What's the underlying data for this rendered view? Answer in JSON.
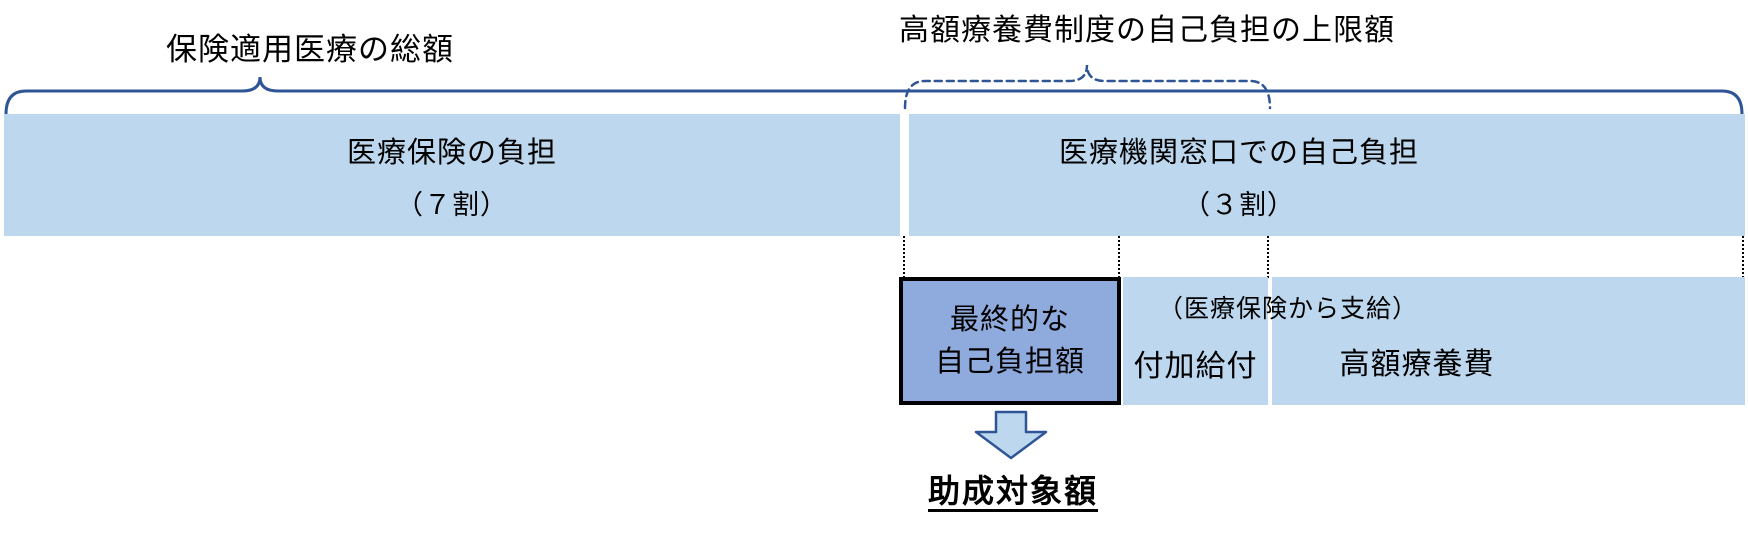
{
  "diagram": {
    "title_left": "保険適用医療の総額",
    "title_right": "高額療養費制度の自己負担の上限額",
    "top_bar": {
      "left_segment": {
        "line1": "医療保険の負担",
        "line2": "（７割）"
      },
      "right_segment": {
        "line1": "医療機関窓口での自己負担",
        "line2": "（３割）"
      }
    },
    "bottom_row": {
      "final_copay": {
        "line1": "最終的な",
        "line2": "自己負担額"
      },
      "paid_from_insurance_note": "（医療保険から支給）",
      "additional_benefit": "付加給付",
      "high_cost_benefit": "高額療養費"
    },
    "subsidy_label": "助成対象額"
  },
  "colors": {
    "bar_light_blue": "#BDD7EE",
    "box_medium_blue": "#8FAADC",
    "brace_navy": "#2F5597",
    "outline_black": "#000000",
    "arrow_fill": "#BDD7EE"
  }
}
